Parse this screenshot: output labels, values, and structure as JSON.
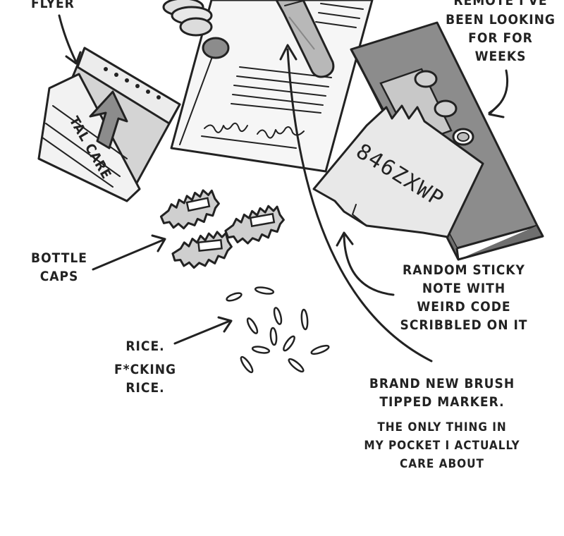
{
  "labels": {
    "flyer": "FLYER",
    "remote": [
      "REMOTE I'VE",
      "BEEN LOOKING",
      "FOR FOR",
      "WEEKS"
    ],
    "bottle_caps": [
      "BOTTLE",
      "CAPS"
    ],
    "rice": [
      "RICE.",
      "F*CKING",
      "RICE."
    ],
    "sticky_note": [
      "RANDOM STICKY",
      "NOTE WITH",
      "WEIRD CODE",
      "SCRIBBLED ON IT"
    ],
    "marker_title": [
      "BRAND NEW BRUSH",
      "TIPPED MARKER."
    ],
    "marker_sub": [
      "THE ONLY THING IN",
      "MY POCKET I ACTUALLY",
      "CARE ABOUT"
    ]
  },
  "sticky_note_code": "846ZXWP",
  "flyer_text": "TAL CARE",
  "colors": {
    "ink": "#222222",
    "paper": "#f4f4f4",
    "light_grey": "#d9d9d9",
    "mid_grey": "#b3b3b3",
    "dark_grey": "#8c8c8c"
  },
  "icons": [
    "flyer-icon",
    "coins-icon",
    "receipt-icon",
    "marker-icon",
    "remote-icon",
    "sticky-note-icon",
    "bottle-caps-icon",
    "rice-icon"
  ]
}
